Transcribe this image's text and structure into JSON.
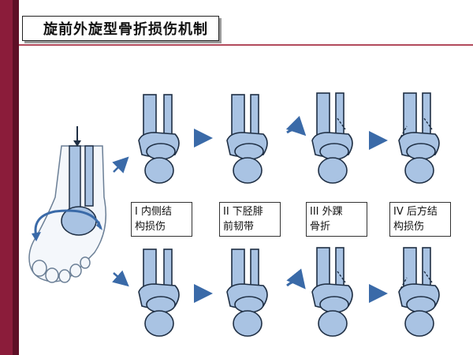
{
  "title": "旋前外旋型骨折损伤机制",
  "stages": [
    {
      "line1": "I 内侧结",
      "line2": "构损伤"
    },
    {
      "line1": "II 下胫腓",
      "line2": "前韧带"
    },
    {
      "line1": "III 外踝",
      "line2": "骨折"
    },
    {
      "line1": "IV 后方结",
      "line2": "构损伤"
    }
  ],
  "colors": {
    "accent": "#8b1c3a",
    "bone": "#a9c3e3",
    "bone_outline": "#1f2f44",
    "arrow": "#3a6aa8"
  }
}
